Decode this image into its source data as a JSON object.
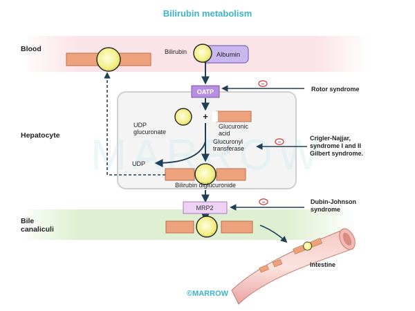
{
  "title": "Bilirubin metabolism",
  "regions": {
    "blood": "Blood",
    "hepatocyte": "Hepatocyte",
    "bile_line1": "Bile",
    "bile_line2": "canaliculi"
  },
  "blood": {
    "bilirubin": "Bilirubin",
    "albumin": "Albumin"
  },
  "transporters": {
    "oatp": "OATP",
    "mrp2": "MRP2"
  },
  "hepatocyte": {
    "plus": "+",
    "udp_glucuronate_line1": "UDP",
    "udp_glucuronate_line2": "glucuronate",
    "glucuronic_line1": "Glucuronic",
    "glucuronic_line2": "acid",
    "enzyme_line1": "Glucuronyl",
    "enzyme_line2": "transferase",
    "udp": "UDP",
    "product": "Bilirubin diglucuronide"
  },
  "inhibitor_symbol": "−",
  "syndromes": {
    "rotor": "Rotor syndrome",
    "crigler_line1": "Crigler-Najjar,",
    "crigler_line2": "syndrome I and II",
    "crigler_line3": "Gilbert syndrome.",
    "dubin_line1": "Dubin-Johnson",
    "dubin_line2": "syndrome"
  },
  "intestine": "Intestine",
  "watermark": "MARROW",
  "footer": "©MARROW",
  "colors": {
    "title": "#3bb3c9",
    "glucuronide": "#eea27c",
    "bilirubin": "#f3f08c",
    "albumin": "#c8b8ef",
    "transporter": "#c9a3ef",
    "inhibitor": "#d63b3b",
    "arrow": "#1f3f56",
    "blood_band": "#fbe7ea",
    "bile_band": "#e3f2d8"
  }
}
